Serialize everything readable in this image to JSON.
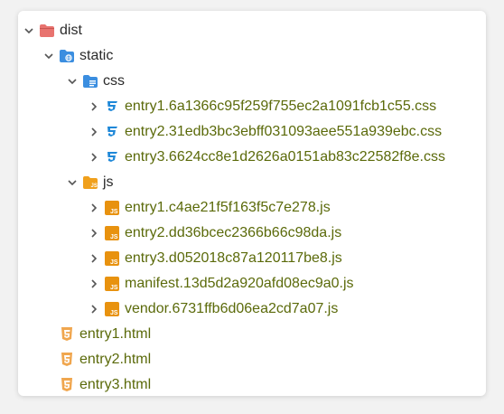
{
  "tree": {
    "root": {
      "label": "dist",
      "icon": "folder-red-icon",
      "expanded": true
    },
    "static": {
      "label": "static",
      "icon": "folder-web-icon",
      "expanded": true
    },
    "css": {
      "label": "css",
      "icon": "folder-css-icon",
      "expanded": true
    },
    "css_files": [
      {
        "label": "entry1.6a1366c95f259f755ec2a1091fcb1c55.css",
        "icon": "css3-icon"
      },
      {
        "label": "entry2.31edb3bc3ebff031093aee551a939ebc.css",
        "icon": "css3-icon"
      },
      {
        "label": "entry3.6624cc8e1d2626a0151ab83c22582f8e.css",
        "icon": "css3-icon"
      }
    ],
    "js": {
      "label": "js",
      "icon": "folder-js-icon",
      "expanded": true
    },
    "js_files": [
      {
        "label": "entry1.c4ae21f5f163f5c7e278.js",
        "icon": "js-icon"
      },
      {
        "label": "entry2.dd36bcec2366b66c98da.js",
        "icon": "js-icon"
      },
      {
        "label": "entry3.d052018c87a120117be8.js",
        "icon": "js-icon"
      },
      {
        "label": "manifest.13d5d2a920afd08ec9a0.js",
        "icon": "js-icon"
      },
      {
        "label": "vendor.6731ffb6d06ea2cd7a07.js",
        "icon": "js-icon"
      }
    ],
    "html_files": [
      {
        "label": "entry1.html",
        "icon": "html5-icon"
      },
      {
        "label": "entry2.html",
        "icon": "html5-icon"
      },
      {
        "label": "entry3.html",
        "icon": "html5-icon"
      }
    ]
  },
  "colors": {
    "label_text": "#5b6a0a",
    "folder_red": "#e8736f",
    "folder_blue": "#3b8ee0",
    "folder_orange": "#f0a01c",
    "css_blue": "#1f88d8",
    "js_orange": "#e8920f",
    "html_orange": "#f0a64e"
  }
}
